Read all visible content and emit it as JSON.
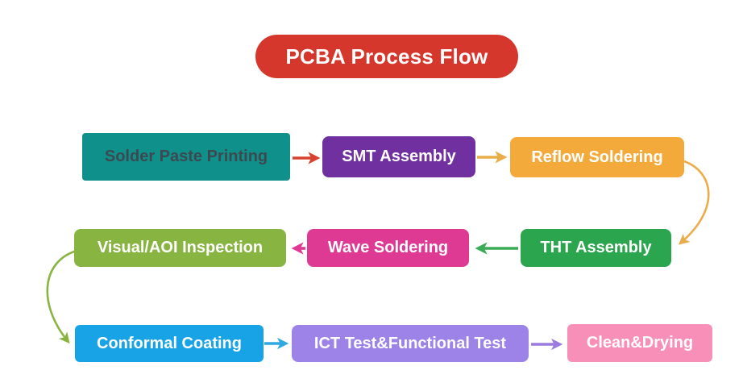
{
  "title": {
    "label": "PCBA Process Flow",
    "bg": "#D5372C",
    "fg": "#FFFFFF"
  },
  "nodes": [
    {
      "id": "solder-paste-printing",
      "label": "Solder Paste Printing",
      "bg": "#10908A",
      "fg": "#3C4950"
    },
    {
      "id": "smt-assembly",
      "label": "SMT Assembly",
      "bg": "#7130A0",
      "fg": "#FFFFFF"
    },
    {
      "id": "reflow-soldering",
      "label": "Reflow Soldering",
      "bg": "#F3AA3B",
      "fg": "#FFFFFF"
    },
    {
      "id": "tht-assembly",
      "label": "THT Assembly",
      "bg": "#2BA64F",
      "fg": "#FFFFFF"
    },
    {
      "id": "wave-soldering",
      "label": "Wave Soldering",
      "bg": "#DE3A93",
      "fg": "#FFFFFF"
    },
    {
      "id": "visual-aoi-inspection",
      "label": "Visual/AOI Inspection",
      "bg": "#88B442",
      "fg": "#FFFFFF"
    },
    {
      "id": "conformal-coating",
      "label": "Conformal Coating",
      "bg": "#18A3E6",
      "fg": "#FFFFFF"
    },
    {
      "id": "ict-functional-test",
      "label": "ICT Test&Functional Test",
      "bg": "#9D82E8",
      "fg": "#FFFFFF"
    },
    {
      "id": "clean-drying",
      "label": "Clean&Drying",
      "bg": "#F78FB9",
      "fg": "#FFFFFF"
    }
  ],
  "edges": [
    {
      "from": "solder-paste-printing",
      "to": "smt-assembly",
      "color": "#D8402F"
    },
    {
      "from": "smt-assembly",
      "to": "reflow-soldering",
      "color": "#E9AD49"
    },
    {
      "from": "reflow-soldering",
      "to": "tht-assembly",
      "color": "#EBAD4B"
    },
    {
      "from": "tht-assembly",
      "to": "wave-soldering",
      "color": "#3AAB57"
    },
    {
      "from": "wave-soldering",
      "to": "visual-aoi-inspection",
      "color": "#DE3A93"
    },
    {
      "from": "visual-aoi-inspection",
      "to": "conformal-coating",
      "color": "#8AB441"
    },
    {
      "from": "conformal-coating",
      "to": "ict-functional-test",
      "color": "#2FA9E1"
    },
    {
      "from": "ict-functional-test",
      "to": "clean-drying",
      "color": "#9C7BDE"
    }
  ],
  "background": "#FFFFFF"
}
